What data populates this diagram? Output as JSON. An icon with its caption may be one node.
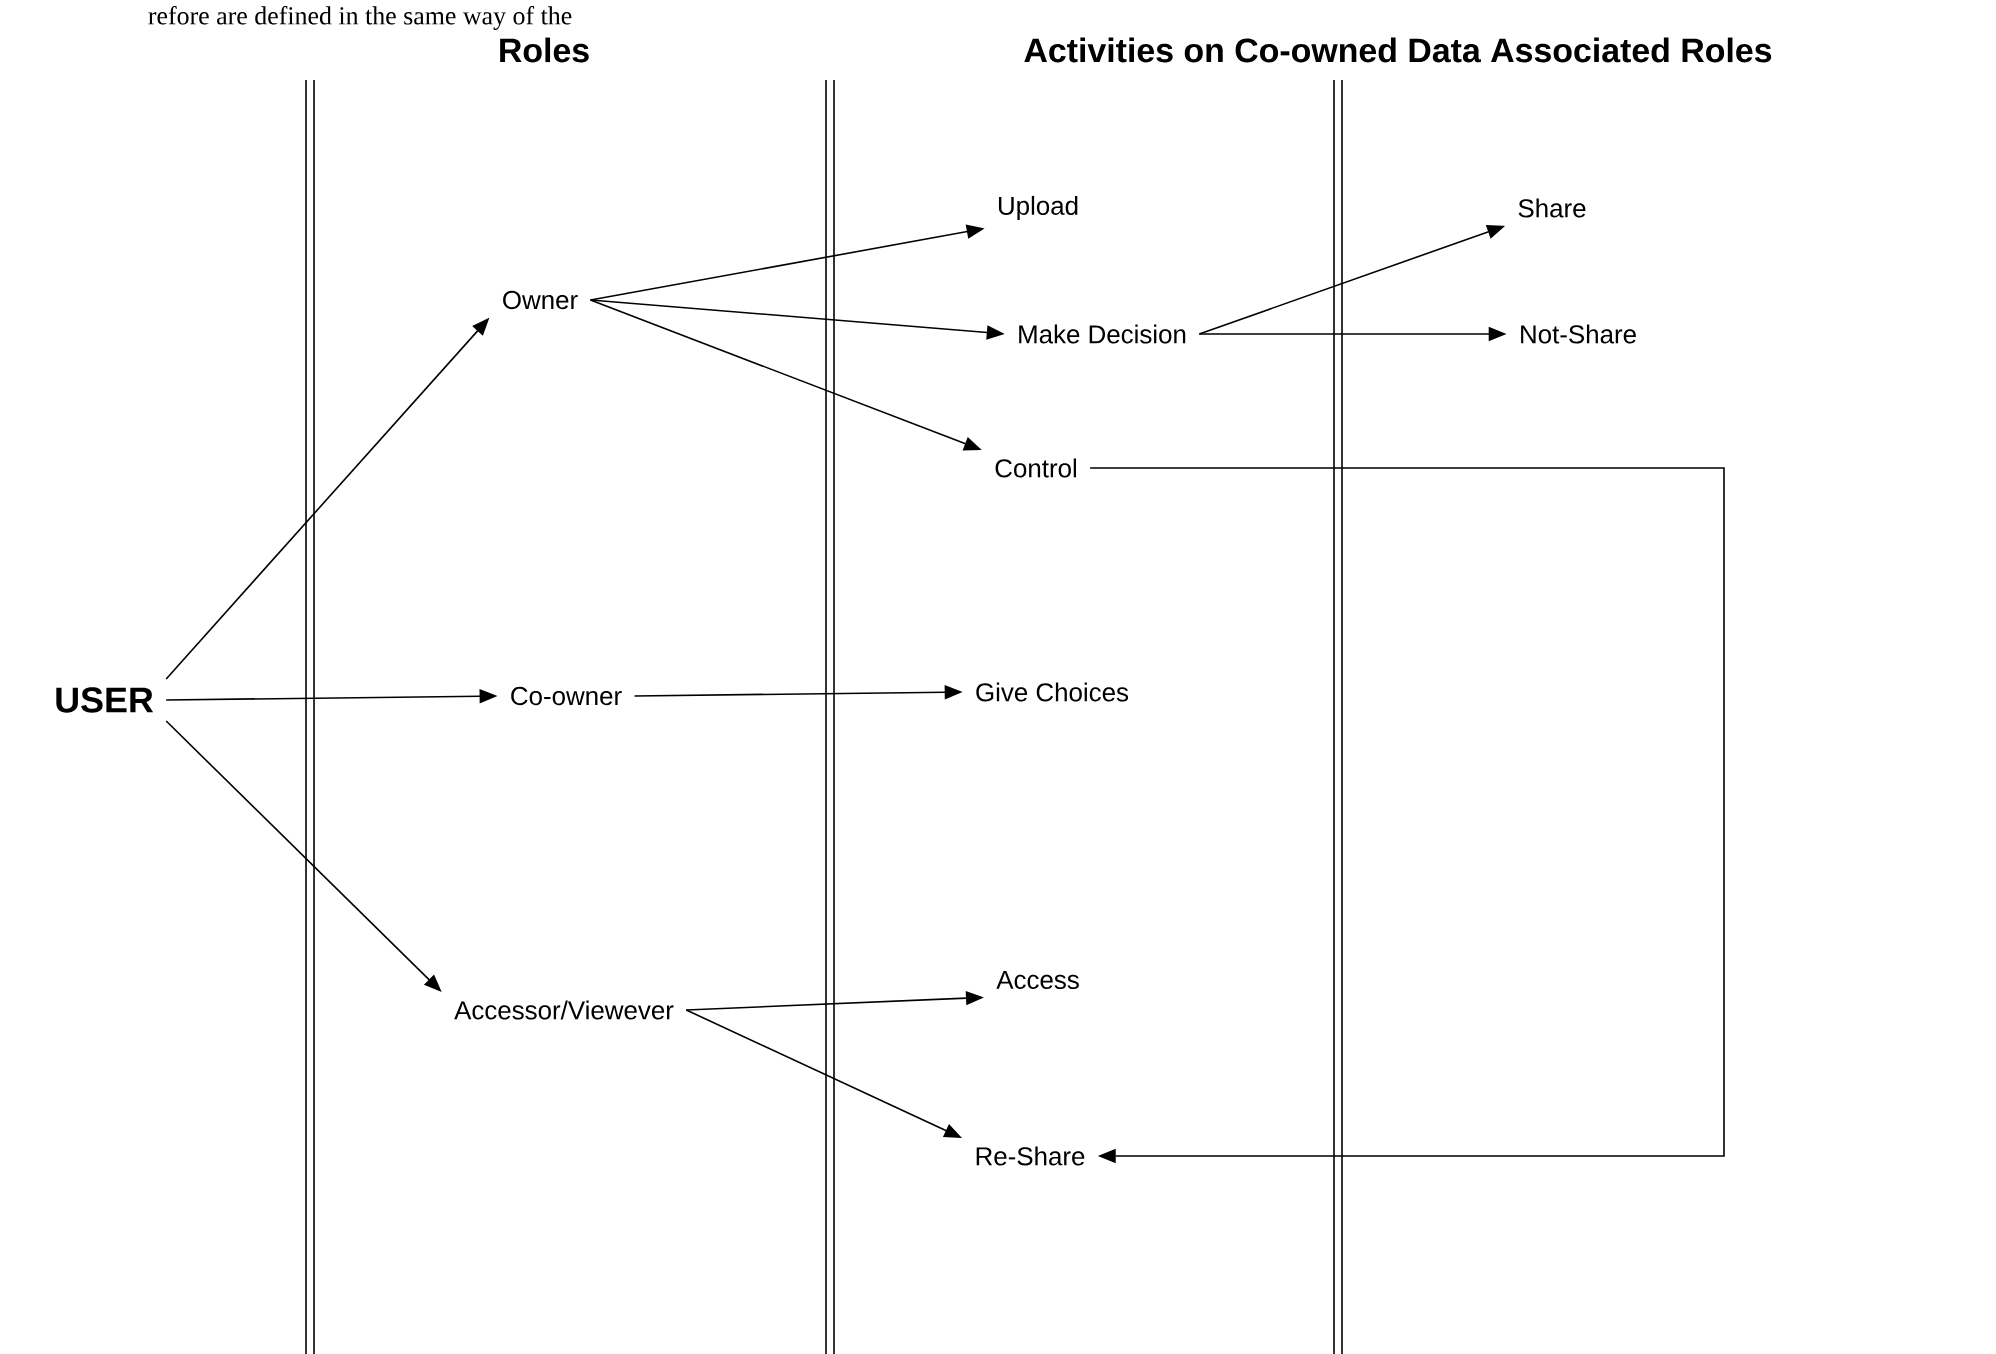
{
  "diagram": {
    "nodes": [
      {
        "text": [
          "USER"
        ]
      },
      {
        "text": [
          "Owner"
        ]
      },
      {
        "text": [
          "Co-owner"
        ]
      },
      {
        "text": [
          "Accessor/Viewever"
        ]
      },
      {
        "text": [
          "Upload"
        ]
      },
      {
        "text": [
          "Make Decision"
        ]
      },
      {
        "text": [
          "Control"
        ]
      },
      {
        "text": [
          "Give Choices"
        ]
      },
      {
        "text": [
          "Access"
        ]
      },
      {
        "text": [
          "Re-Share"
        ]
      },
      {
        "text": [
          "Share"
        ]
      },
      {
        "text": [
          "Not-Share"
        ]
      }
    ],
    "edges": [
      {
        "from": 0,
        "to": 1,
        "arrow": "to"
      },
      {
        "from": 0,
        "to": 2,
        "arrow": "to"
      },
      {
        "from": 0,
        "to": 3,
        "arrow": "to"
      },
      {
        "from": 1,
        "to": 4,
        "arrow": "to"
      },
      {
        "from": 1,
        "to": 5,
        "arrow": "to"
      },
      {
        "from": 1,
        "to": 6,
        "arrow": "to"
      },
      {
        "from": 5,
        "to": 10,
        "arrow": "to"
      },
      {
        "from": 5,
        "to": 11,
        "arrow": "to"
      },
      {
        "from": 6,
        "to": 9,
        "arrow": "to"
      },
      {
        "from": 2,
        "to": 7,
        "arrow": "to"
      },
      {
        "from": 3,
        "to": 8,
        "arrow": "to"
      },
      {
        "from": 3,
        "to": 9,
        "arrow": "to"
      }
    ],
    "labels": [
      "refore are defined in the same way of the",
      "Roles",
      "Activities on Co-owned Data Associated Roles"
    ]
  }
}
